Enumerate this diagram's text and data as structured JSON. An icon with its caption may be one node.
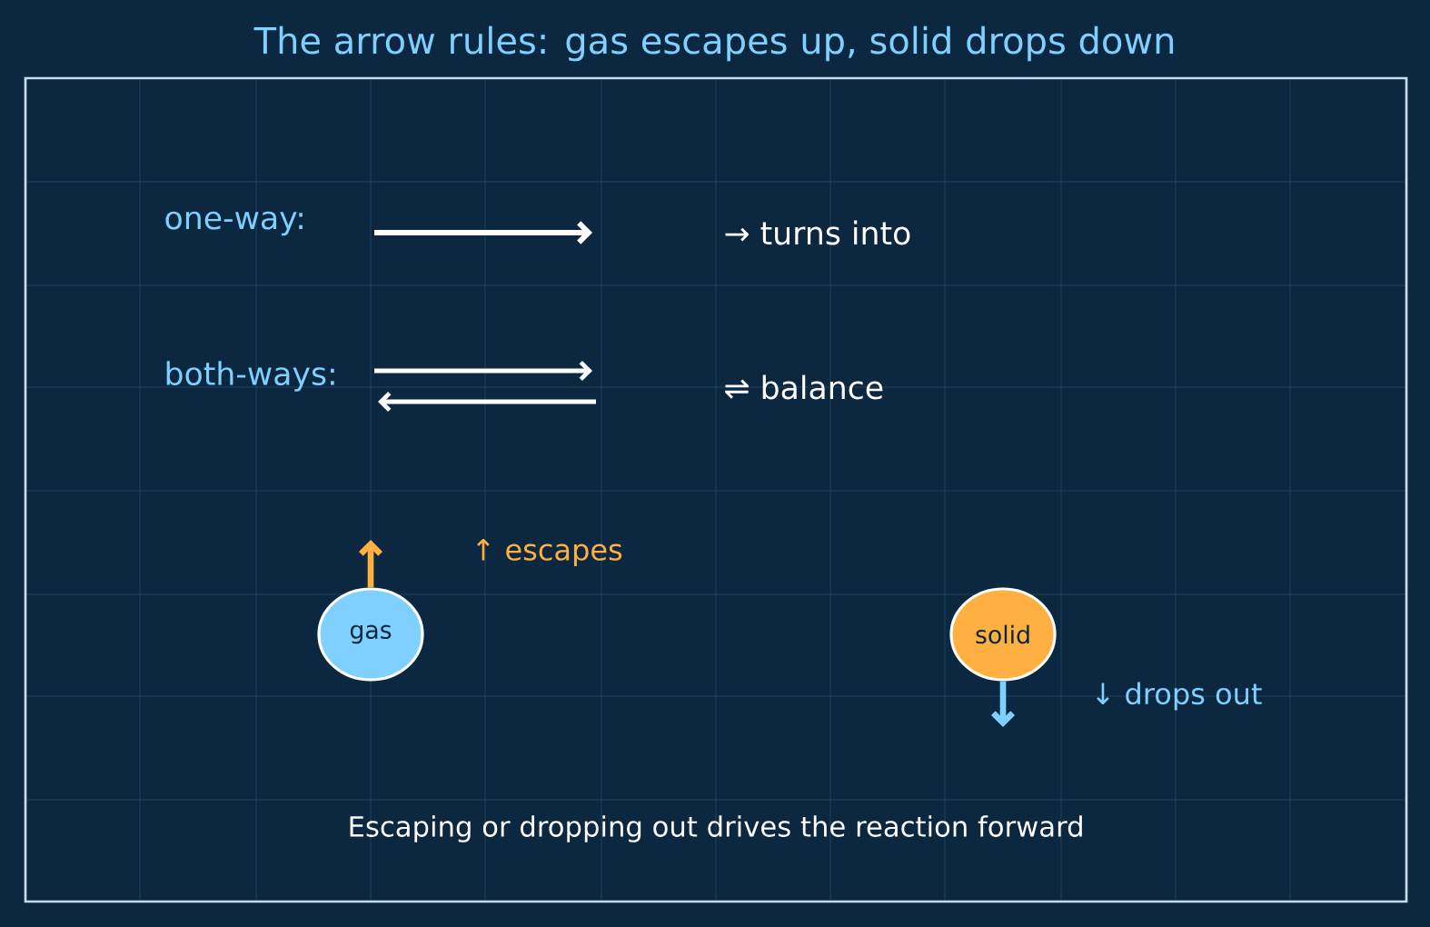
{
  "diagram": {
    "title": "The arrow rules: gas escapes up, solid drops down",
    "caption": "Escaping or dropping out drives the reaction forward",
    "nodes": [
      {
        "text": [
          "gas"
        ]
      },
      {
        "text": [
          "solid"
        ]
      }
    ],
    "edges": [
      {
        "from": 0,
        "to": null,
        "arrow": "to",
        "color": "#ffb040"
      },
      {
        "from": 1,
        "to": null,
        "arrow": "to",
        "color": "#80d0ff"
      }
    ],
    "labels": [
      "one-way:",
      "→  turns into",
      "both-ways:",
      "⇌  balance",
      "↑  escapes",
      "↓  drops out"
    ]
  }
}
